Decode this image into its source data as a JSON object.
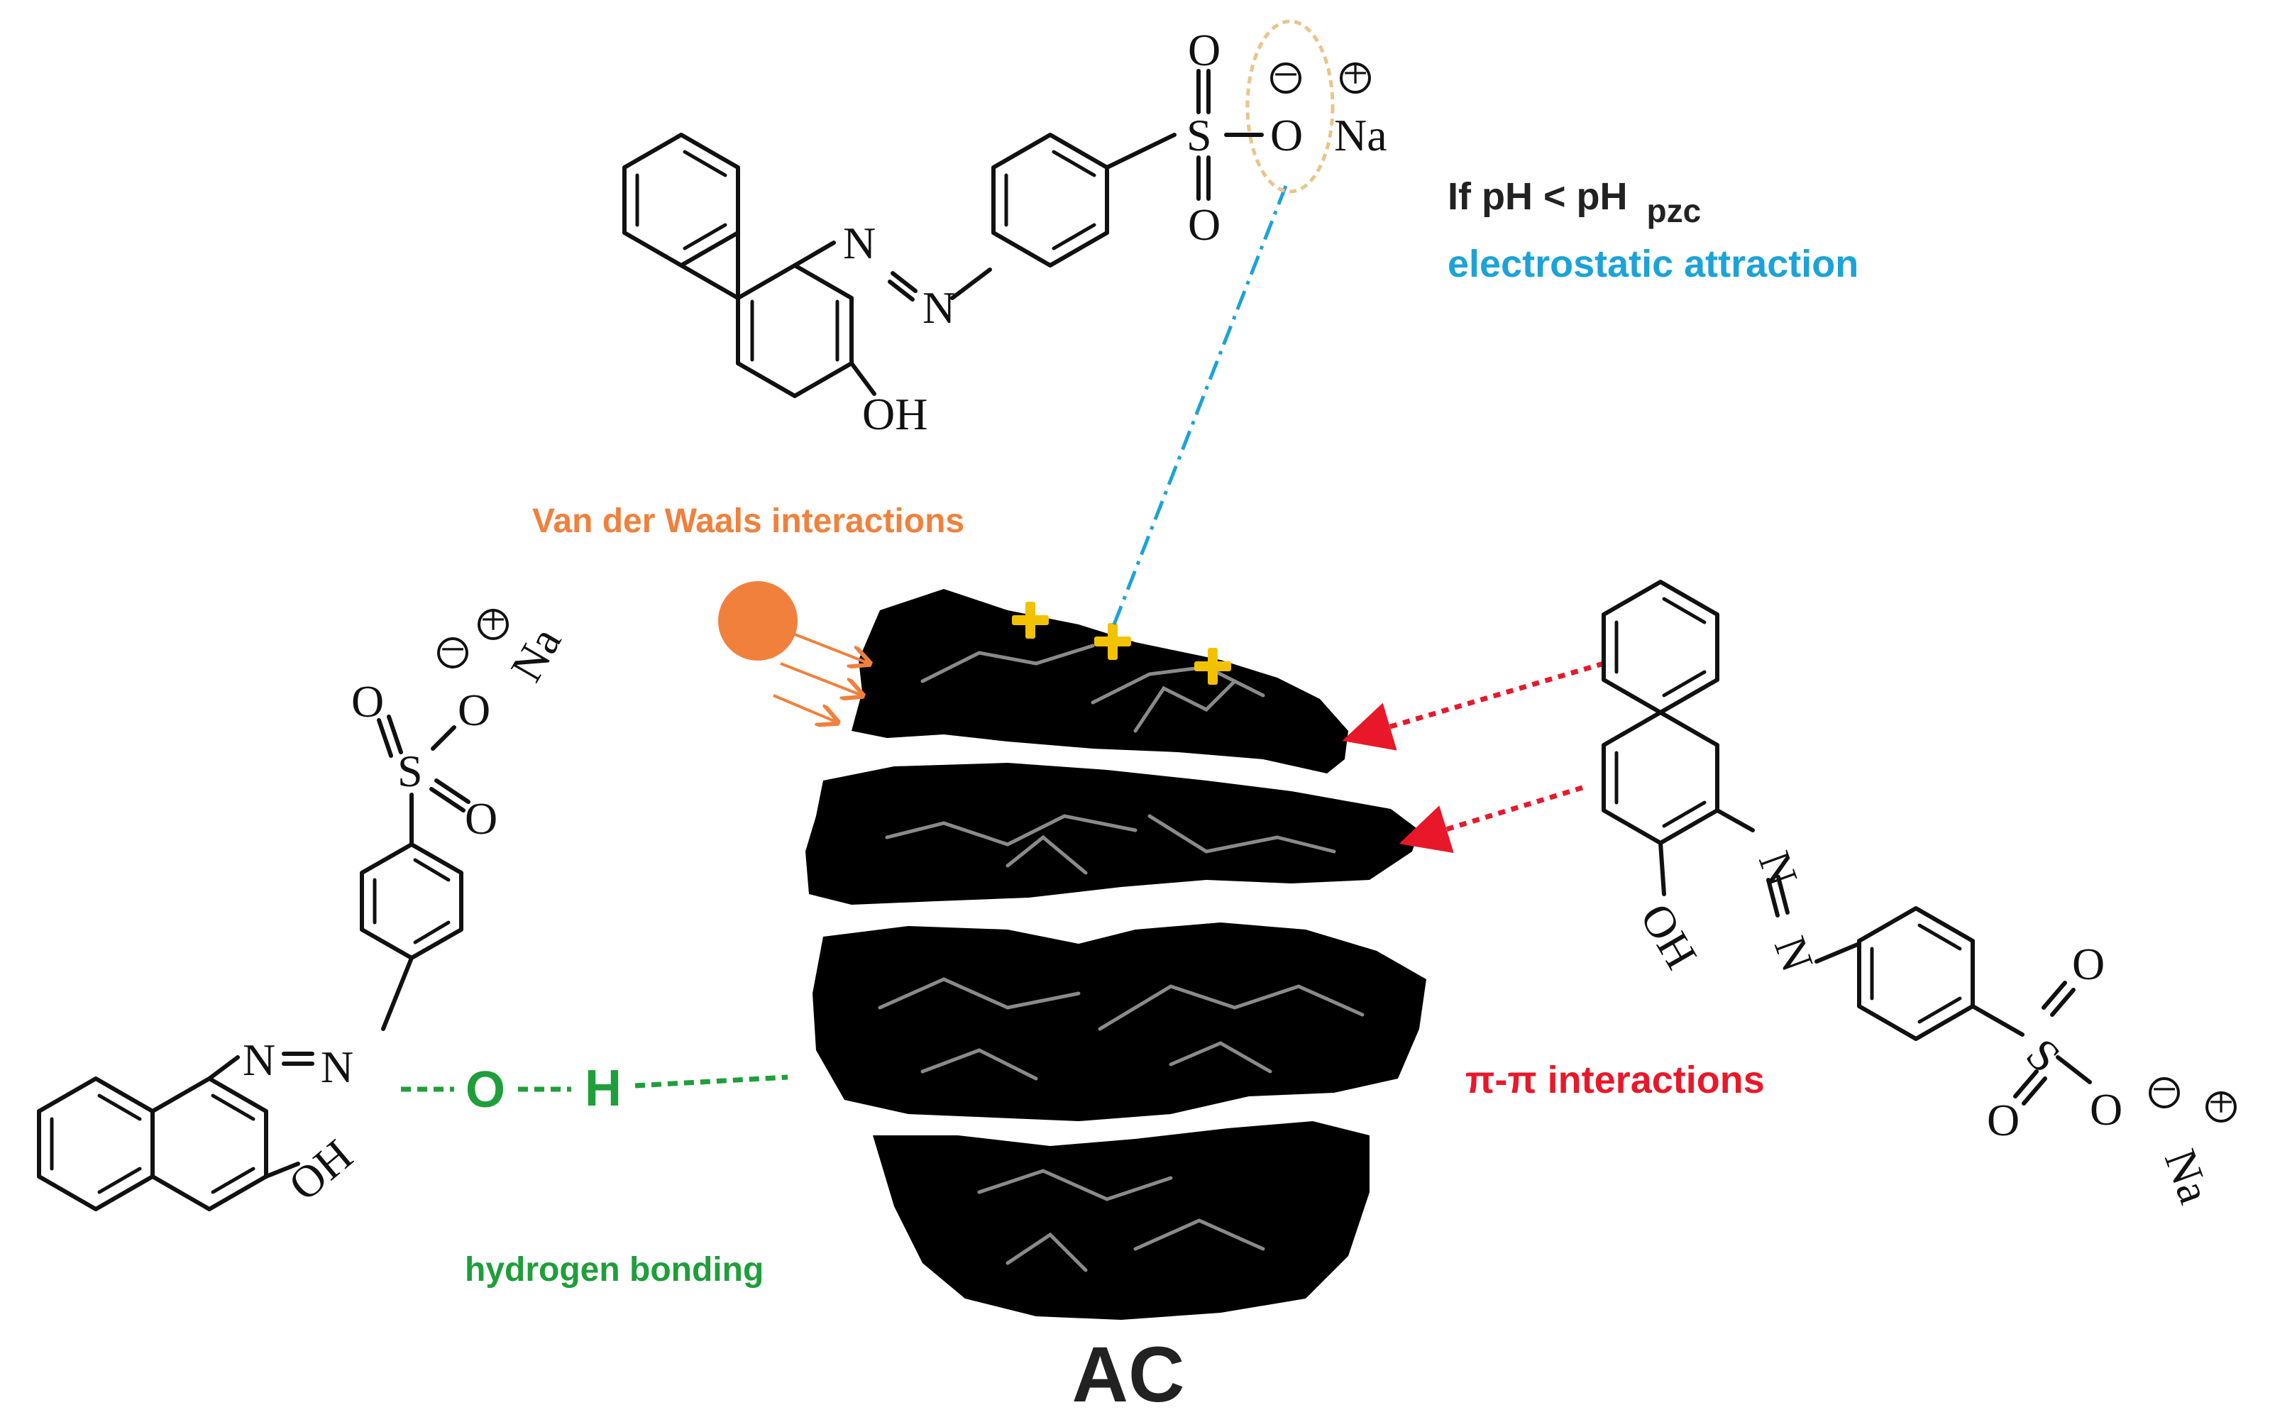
{
  "labels": {
    "ph_condition_prefix": "If pH < pH",
    "ph_condition_sub": "pzc",
    "electrostatic": "electrostatic attraction",
    "van_der_waals": "Van der Waals interactions",
    "pi_pi": "π-π interactions",
    "hydrogen_bonding": "hydrogen bonding",
    "adsorbent": "AC",
    "h_bond_o": "O",
    "h_bond_h": "H"
  },
  "atoms": {
    "n": "N",
    "s": "S",
    "o": "O",
    "oh": "OH",
    "na": "Na",
    "minus": "−",
    "plus": "+"
  },
  "colors": {
    "electrostatic": "#1ba3d8",
    "van_der_waals": "#f0803c",
    "pi_pi": "#e8182a",
    "hydrogen_bonding": "#1f9e3a",
    "positive_site": "#f2c200",
    "anion_highlight": "#e8c58a",
    "carbon": "#000000",
    "text": "#222222"
  },
  "icons": {
    "positive_site": "plus-sign-icon",
    "vdw_particle": "orange-sphere-icon",
    "adsorbent": "activated-carbon-particle-icon"
  }
}
